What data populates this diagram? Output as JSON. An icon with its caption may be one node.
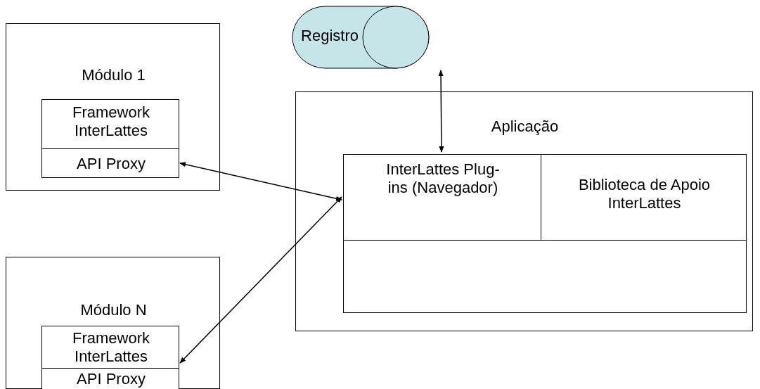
{
  "diagram": {
    "nodes": [
      {
        "text": [
          "Módulo 1"
        ]
      },
      {
        "text": [
          "Framework InterLattes"
        ],
        "in": 0
      },
      {
        "text": [
          "API Proxy"
        ],
        "in": 0
      },
      {
        "text": [
          "Módulo N"
        ]
      },
      {
        "text": [
          "Framework InterLattes"
        ],
        "in": 3
      },
      {
        "text": [
          "API Proxy"
        ],
        "in": 3
      },
      {
        "text": [
          "Registro"
        ]
      },
      {
        "text": [
          "Aplicação"
        ]
      },
      {
        "text": [
          "InterLattes Plug-ins (Navegador)"
        ],
        "in": 7
      },
      {
        "text": [
          "Biblioteca de Apoio InterLattes"
        ],
        "in": 7
      },
      {
        "text": [],
        "shape": "box",
        "in": 7
      }
    ],
    "edges": [
      {
        "from": 6,
        "to": 8,
        "arrow": "both"
      },
      {
        "from": 2,
        "to": 8,
        "arrow": "both"
      },
      {
        "from": 5,
        "to": 8,
        "arrow": "both"
      }
    ]
  }
}
